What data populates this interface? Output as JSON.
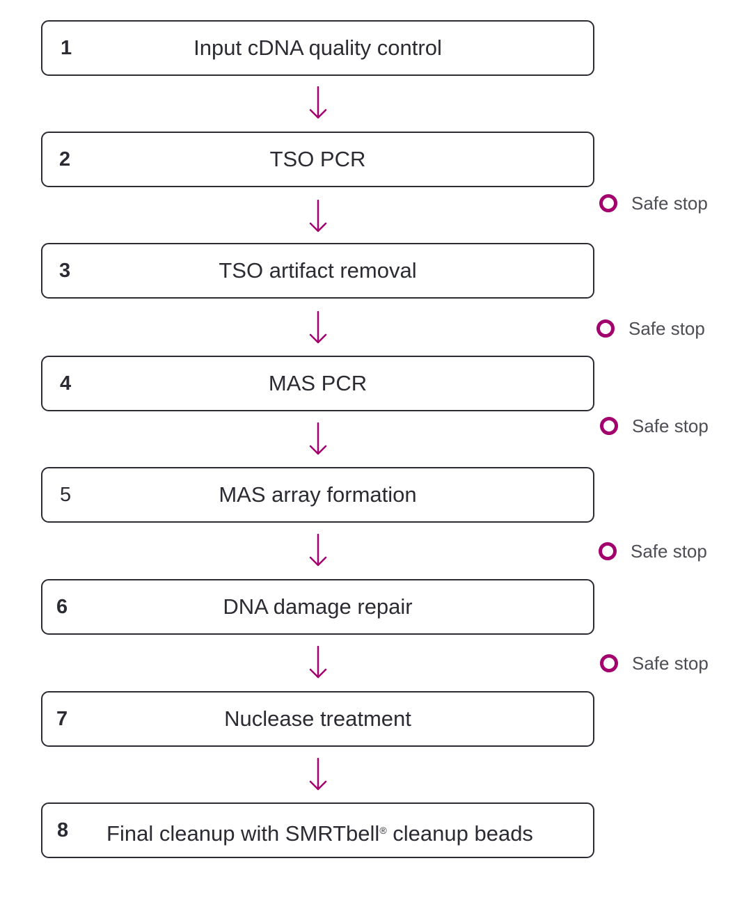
{
  "colors": {
    "accent": "#a3006e",
    "border": "#2b2b33",
    "text": "#2b2b33",
    "muted": "#4d4d55"
  },
  "icons": {
    "arrow": "down-arrow-icon",
    "safe_stop": "ring-icon"
  },
  "steps": [
    {
      "number": "1",
      "label": "Input cDNA quality control"
    },
    {
      "number": "2",
      "label": "TSO PCR"
    },
    {
      "number": "3",
      "label": "TSO artifact removal"
    },
    {
      "number": "4",
      "label": "MAS PCR"
    },
    {
      "number": "5",
      "label": "MAS array formation"
    },
    {
      "number": "6",
      "label": "DNA damage repair"
    },
    {
      "number": "7",
      "label": "Nuclease treatment"
    },
    {
      "number": "8",
      "label": "Final cleanup with SMRTbell",
      "label_sup": "®",
      "label_suffix": " cleanup beads"
    }
  ],
  "safe_stops": [
    {
      "after_step": "2",
      "label": "Safe stop"
    },
    {
      "after_step": "3",
      "label": "Safe stop"
    },
    {
      "after_step": "4",
      "label": "Safe stop"
    },
    {
      "after_step": "5",
      "label": "Safe stop"
    },
    {
      "after_step": "6",
      "label": "Safe stop"
    }
  ]
}
